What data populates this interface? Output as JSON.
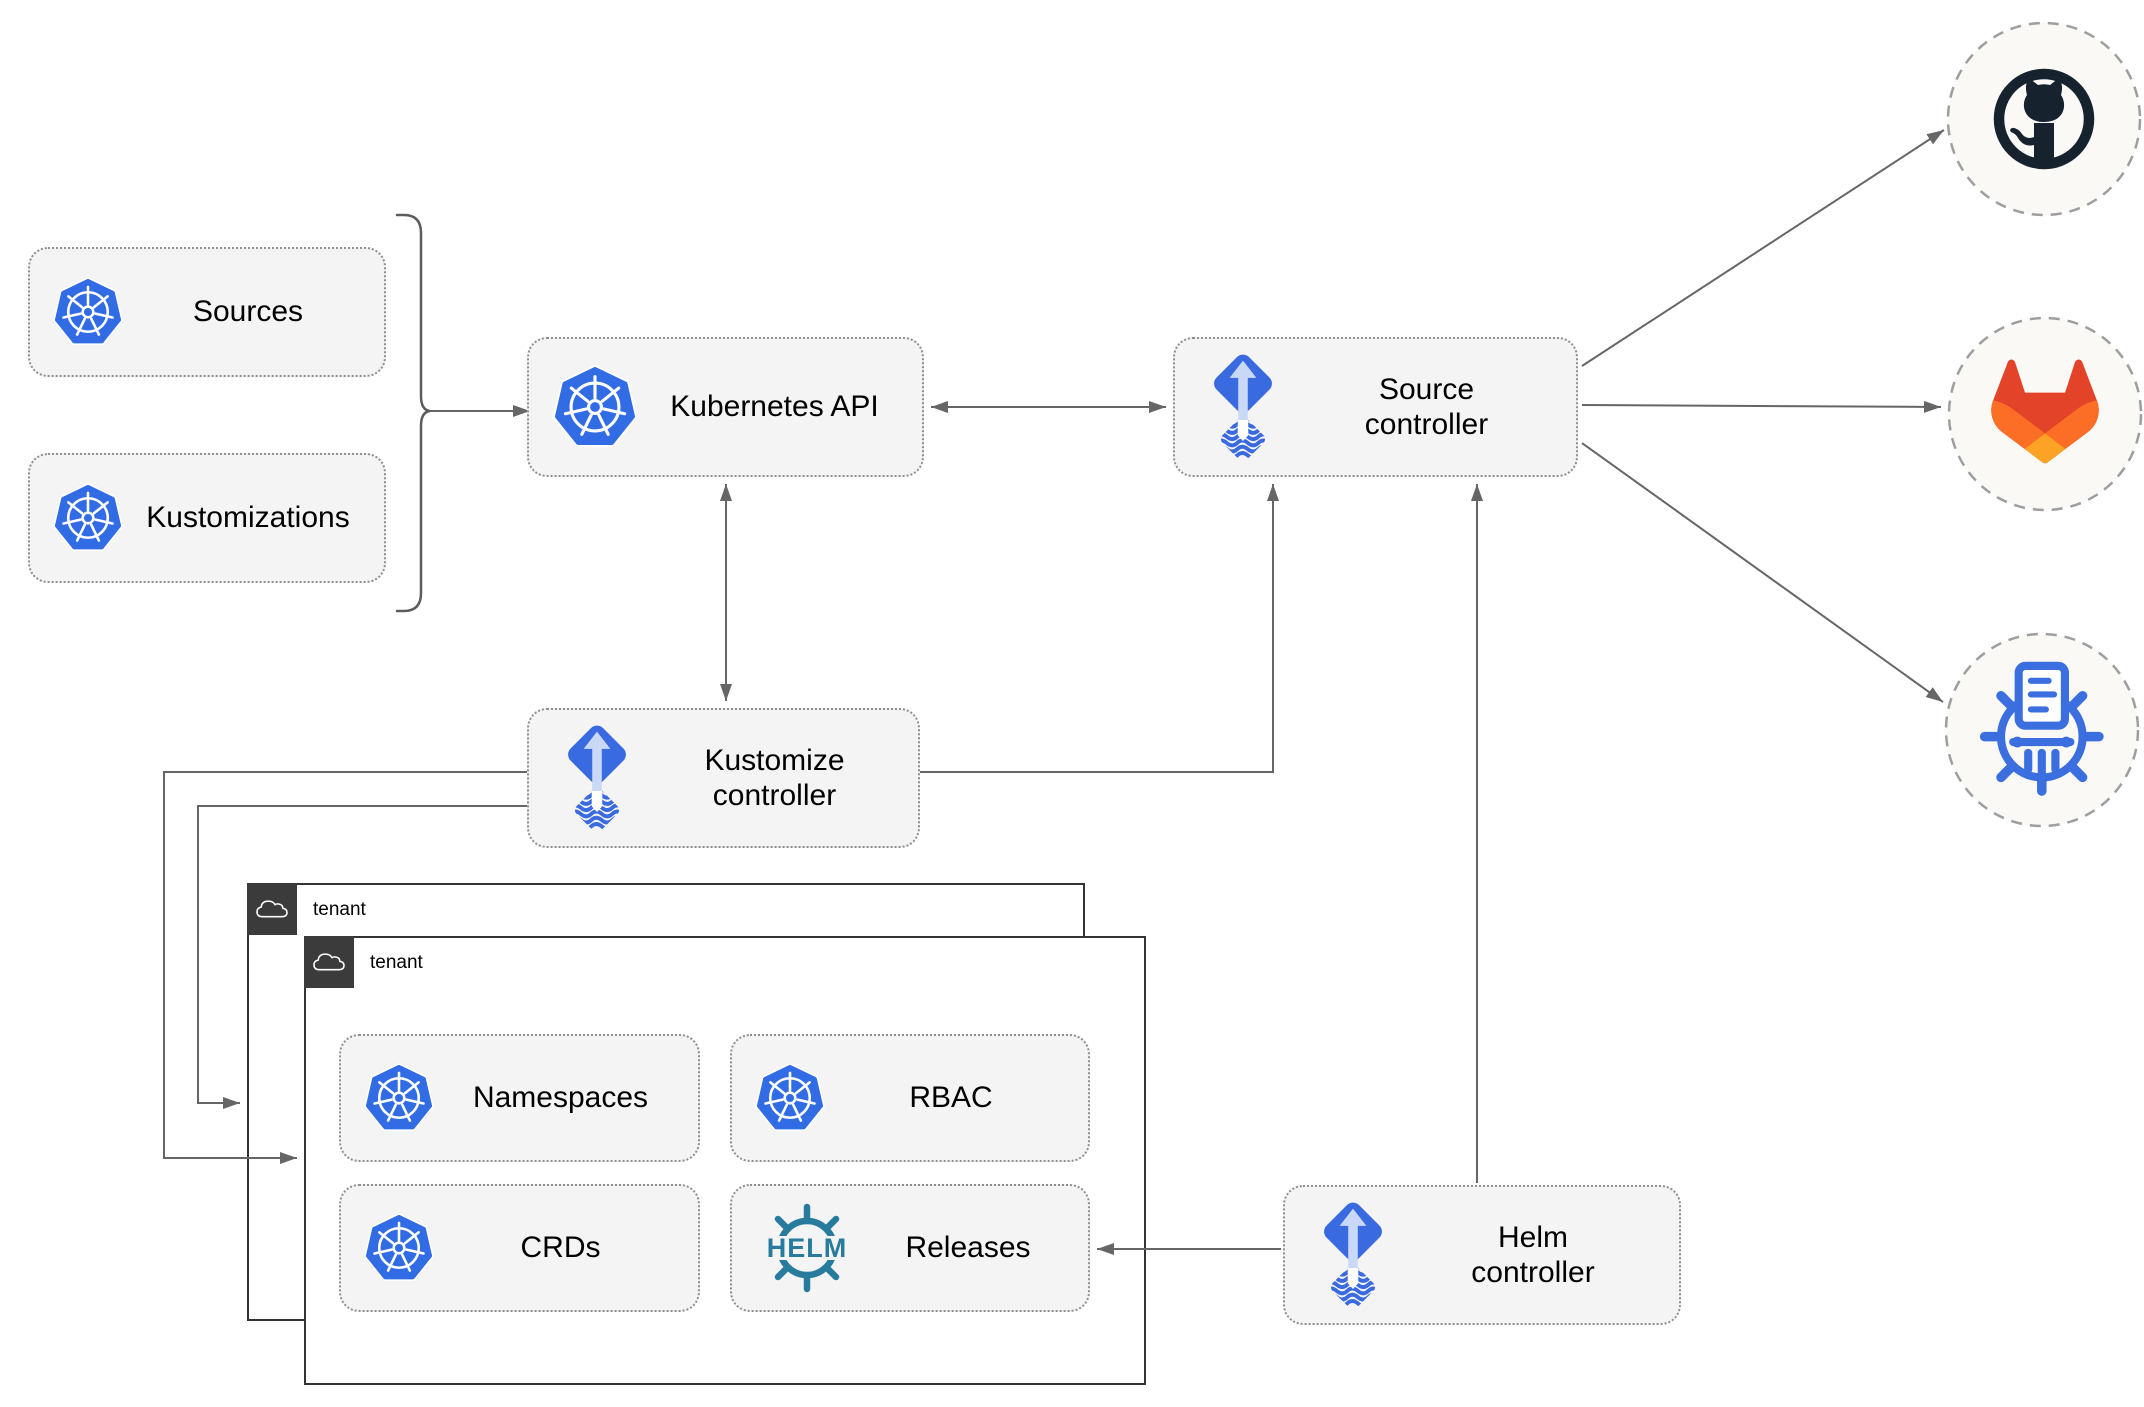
{
  "colors": {
    "k8s-blue": "#326CE5",
    "flux-blue": "#3A6AE0",
    "flux-arrow": "#C9D8F6",
    "helm-teal": "#277C9D",
    "chartmuseum-blue": "#3B6FE0",
    "github-dark": "#16222E",
    "gitlab-red": "#E24329",
    "gitlab-orange": "#FC6D26",
    "gitlab-light-orange": "#FCA326",
    "node-fill": "#F4F4F4",
    "node-border": "#8F8F8F",
    "wire": "#666666",
    "tenant-header": "#3B3B3B",
    "tenant-border": "#333333",
    "ext-circle-fill": "#FAF9F5",
    "ext-circle-border": "#9E9E9E",
    "text": "#000000"
  },
  "nodes": {
    "sources": {
      "label": "Sources",
      "icon": "kubernetes"
    },
    "kustomizations": {
      "label": "Kustomizations",
      "icon": "kubernetes"
    },
    "kubernetes_api": {
      "label": "Kubernetes API",
      "icon": "kubernetes"
    },
    "source_controller": {
      "label": "Source controller",
      "icon": "flux"
    },
    "kustomize_controller": {
      "label": "Kustomize controller",
      "icon": "flux"
    },
    "helm_controller": {
      "label": "Helm controller",
      "icon": "flux"
    },
    "namespaces": {
      "label": "Namespaces",
      "icon": "kubernetes"
    },
    "rbac": {
      "label": "RBAC",
      "icon": "kubernetes"
    },
    "crds": {
      "label": "CRDs",
      "icon": "kubernetes"
    },
    "releases": {
      "label": "Releases",
      "icon": "helm"
    }
  },
  "containers": {
    "outer_tenant": {
      "label": "tenant",
      "icon": "cloud"
    },
    "inner_tenant": {
      "label": "tenant",
      "icon": "cloud"
    }
  },
  "externals": {
    "github": {
      "icon": "github-octocat"
    },
    "gitlab": {
      "icon": "gitlab-tanuki"
    },
    "chartmuseum": {
      "icon": "chartmuseum-wheel"
    }
  },
  "logos": {
    "helm_text": "HELM"
  }
}
